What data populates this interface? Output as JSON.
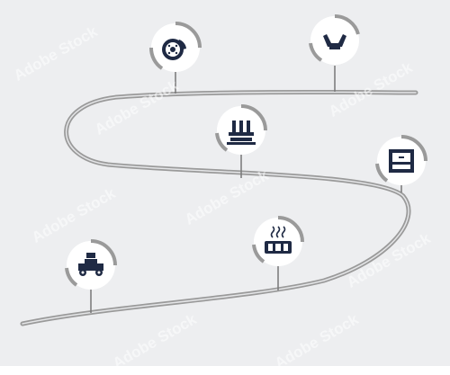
{
  "watermark": {
    "text": "Adobe Stock",
    "side_id": "#544273703"
  },
  "colors": {
    "background": "#edeef0",
    "path": "#8e8e8e",
    "circle": "#ffffff",
    "ring": "#8a8a8a",
    "icon": "#1f2a44"
  },
  "milestones": [
    {
      "id": "brake-disc",
      "icon": "brake-disc-icon"
    },
    {
      "id": "car-seat",
      "icon": "car-seat-icon"
    },
    {
      "id": "factory",
      "icon": "factory-icon"
    },
    {
      "id": "glove-box",
      "icon": "glove-box-icon"
    },
    {
      "id": "engine-heat",
      "icon": "engine-heat-icon"
    },
    {
      "id": "vintage-car",
      "icon": "vintage-car-icon"
    }
  ]
}
